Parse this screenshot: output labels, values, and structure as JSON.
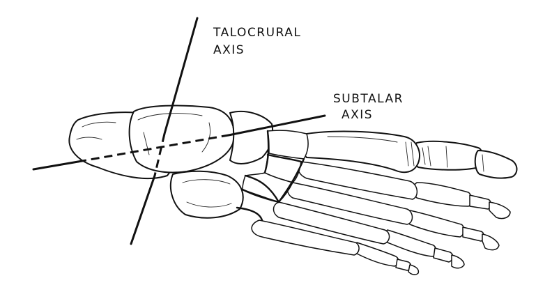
{
  "diagram": {
    "labels": {
      "talocrural": [
        "TALOCRURAL",
        "AXIS"
      ],
      "subtalar": [
        "SUBTALAR",
        "AXIS"
      ]
    },
    "colors": {
      "ink": "#111111",
      "background": "#ffffff"
    }
  }
}
